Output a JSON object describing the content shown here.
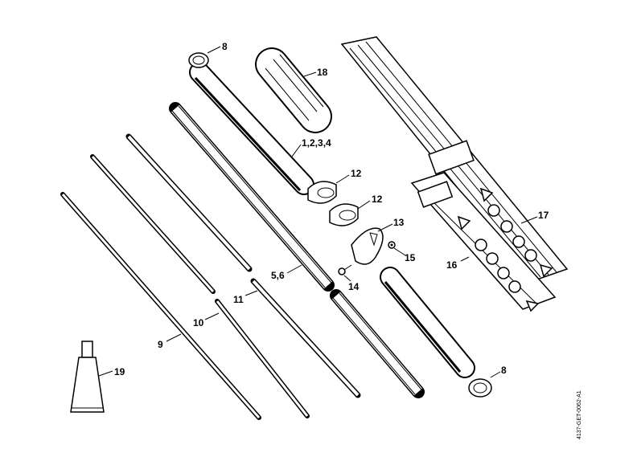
{
  "diagram": {
    "callouts": {
      "collar_top": "8",
      "sleeve": "18",
      "drive_tube": "1,2,3,4",
      "clamp_a": "12",
      "clamp_b": "12",
      "handle_clamp": "13",
      "nut": "15",
      "label_strip_16": "16",
      "label_strip_17": "17",
      "rail": "5,6",
      "screw": "14",
      "shaft_11": "11",
      "shaft_10": "10",
      "shaft_9": "9",
      "grease_tube": "19",
      "collar_bottom": "8"
    },
    "drawing_code": "4137-GET-0062-A1"
  }
}
